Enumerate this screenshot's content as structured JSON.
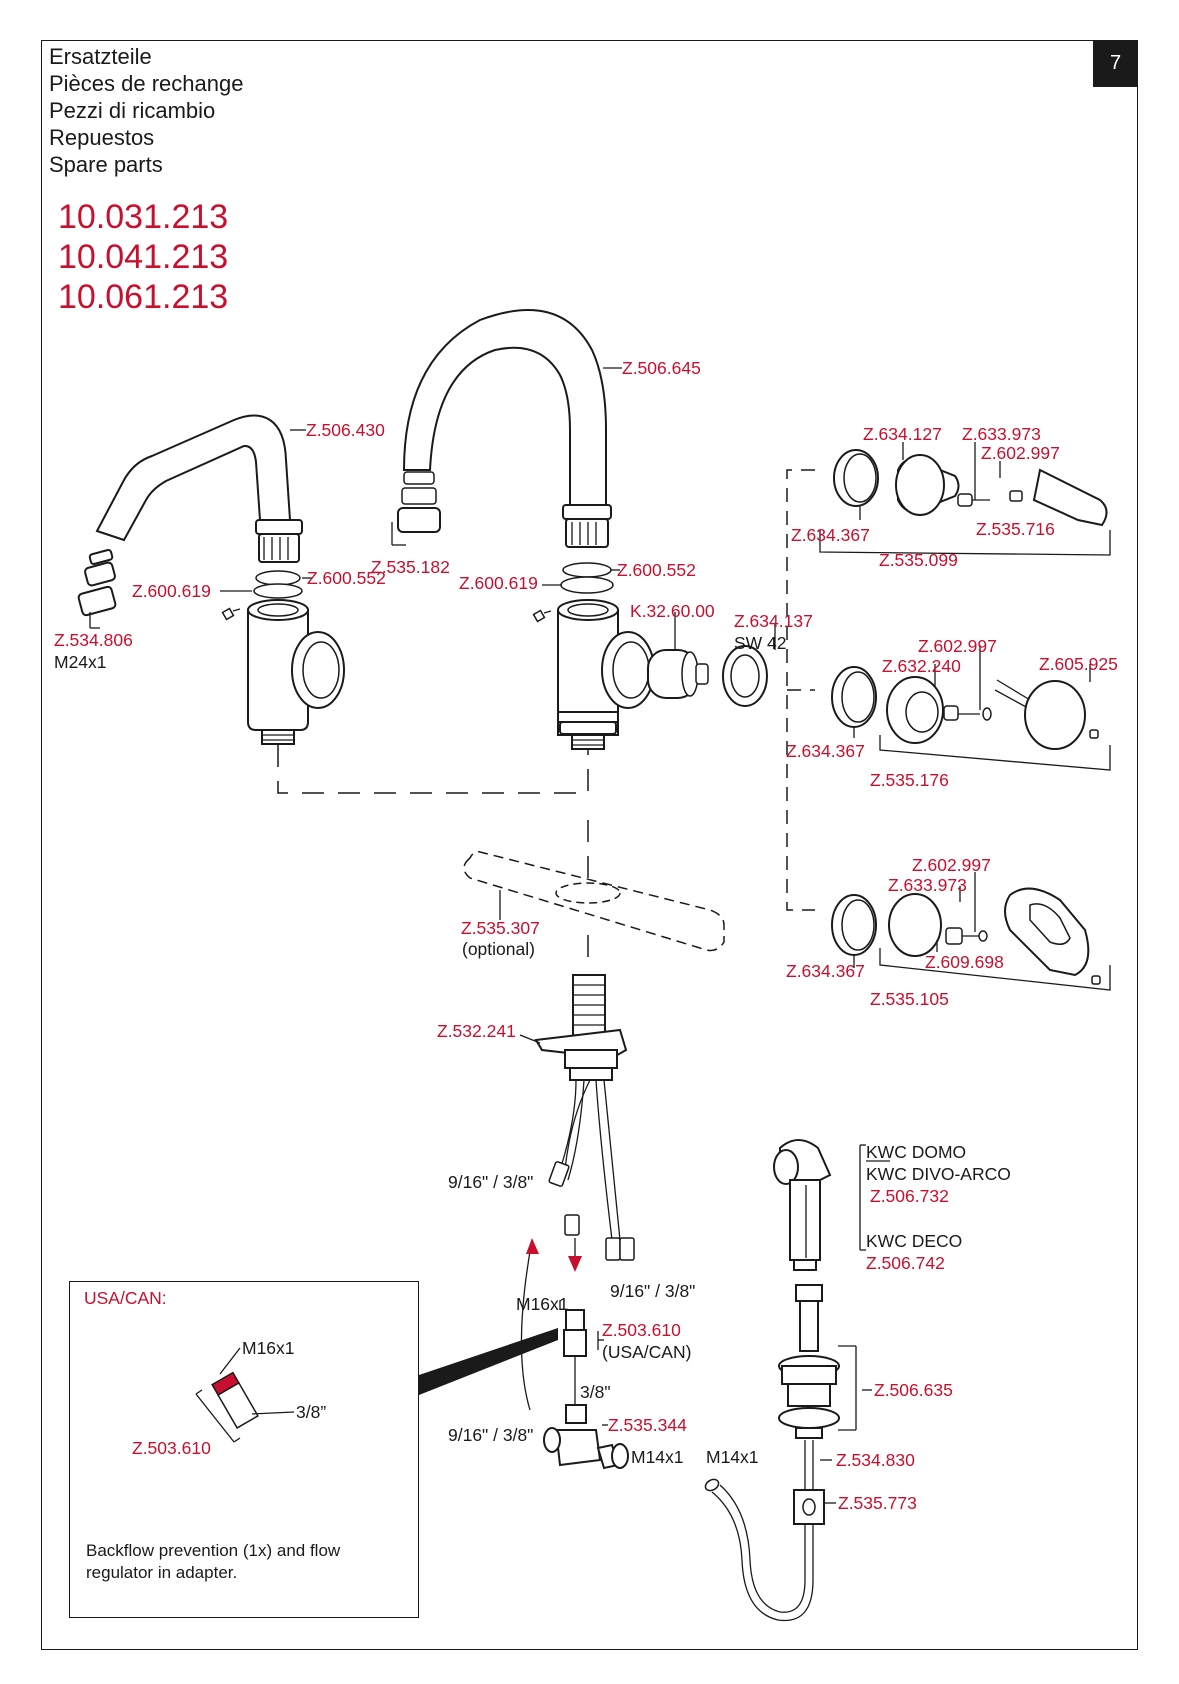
{
  "page_number": "7",
  "headings": [
    "Ersatzteile",
    "Pièces de rechange",
    "Pezzi di ricambio",
    "Repuestos",
    "Spare parts"
  ],
  "models": [
    "10.031.213",
    "10.041.213",
    "10.061.213"
  ],
  "parts": {
    "spout_left": "Z.506.430",
    "spout_arc": "Z.506.645",
    "aerator_left": "Z.534.806",
    "thread_m24": "M24x1",
    "oring_left": "Z.600.619",
    "ring_left": "Z.600.552",
    "aerator_mid": "Z.535.182",
    "oring_mid": "Z.600.619",
    "ring_mid": "Z.600.552",
    "cartridge": "K.32.60.00",
    "nut": "Z.634.137",
    "nut_size": "SW 42",
    "rosette_top": "Z.634.367",
    "cap_top": "Z.634.127",
    "screw_top": "Z.633.973",
    "pin_top": "Z.602.997",
    "lever_top": "Z.535.716",
    "set_top": "Z.535.099",
    "rosette_mid": "Z.634.367",
    "pin_mid": "Z.602.997",
    "cap_mid": "Z.632.240",
    "knob_mid": "Z.605.925",
    "set_mid": "Z.535.176",
    "rosette_bot": "Z.634.367",
    "pin_bot": "Z.602.997",
    "screw_bot": "Z.633.973",
    "grip_bot": "Z.609.698",
    "set_bot": "Z.535.105",
    "deck_plate": "Z.535.307",
    "deck_plate_note": "(optional)",
    "mount_plate": "Z.532.241",
    "conn_a": "9/16\" / 3/8\"",
    "conn_b": "9/16\" / 3/8\"",
    "thread_m16": "M16x1",
    "adapter": "Z.503.610",
    "adapter_note": "(USA/CAN)",
    "thread_38": "3/8\"",
    "conn_c": "9/16\" / 3/8\"",
    "valve": "Z.535.344",
    "thread_m14_a": "M14x1",
    "thread_m14_b": "M14x1",
    "spray_domo": "KWC DOMO",
    "spray_divo": "KWC DIVO-ARCO",
    "spray_code_1": "Z.506.732",
    "spray_deco": "KWC DECO",
    "spray_code_2": "Z.506.742",
    "spray_holder": "Z.506.635",
    "hose": "Z.534.830",
    "weight": "Z.535.773"
  },
  "inset": {
    "title": "USA/CAN:",
    "thread_top": "M16x1",
    "thread_side": "3/8”",
    "part": "Z.503.610",
    "note": "Backflow prevention (1x) and flow regulator in adapter."
  },
  "colors": {
    "accent": "#c8102e",
    "ink": "#1a1a1a"
  }
}
